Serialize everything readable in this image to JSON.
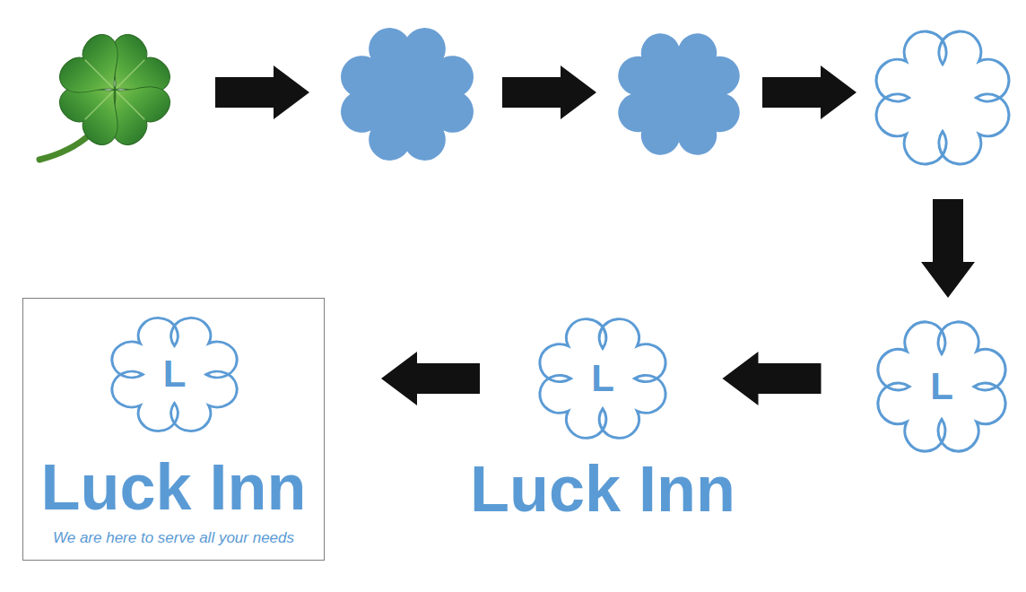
{
  "diagram": {
    "nodes": [
      {
        "text": [
          "L"
        ]
      },
      {
        "text": [
          "L",
          "Luck Inn"
        ]
      },
      {
        "text": [
          "Luck Inn",
          "We are here to serve all your needs"
        ]
      },
      {
        "text": [
          "L"
        ],
        "in": 2
      }
    ],
    "edges": [
      {
        "from": 0,
        "to": 1,
        "arrow": "to"
      },
      {
        "from": 1,
        "to": 2,
        "arrow": "to"
      }
    ]
  }
}
